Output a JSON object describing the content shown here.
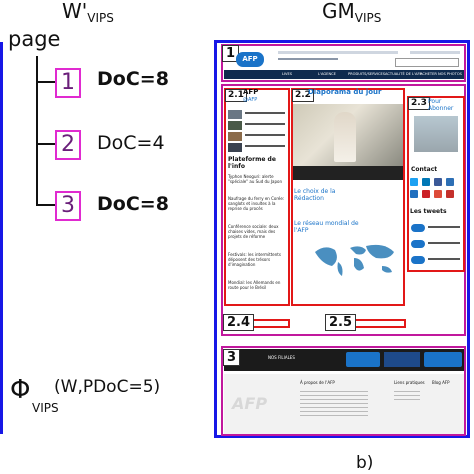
{
  "header": {
    "left": {
      "main": "W'",
      "sub": "VIPS"
    },
    "right": {
      "main": "GM",
      "sub": "VIPS"
    }
  },
  "tree": {
    "root": "page",
    "children": [
      {
        "number": "1",
        "doc": "DoC=8",
        "bold": true
      },
      {
        "number": "2",
        "doc": "DoC=4",
        "bold": false
      },
      {
        "number": "3",
        "doc": "DoC=8",
        "bold": true
      }
    ]
  },
  "formula": {
    "phi": "Φ",
    "args": "(W,PDoC=5)",
    "sub": "VIPS"
  },
  "caption": "b)",
  "webpage": {
    "blocks": {
      "b1": "1",
      "b21": "2.1",
      "b22": "2.2",
      "b23": "2.3",
      "b24": "2.4",
      "b25": "2.5",
      "b3": "3"
    },
    "logo": "AFP",
    "nav": [
      "LIVES",
      "L'AGENCE",
      "PRODUITS/SERVICES",
      "ACTUALITÉ DE L'AFP",
      "ACHETER NOS PHOTOS"
    ],
    "col21": {
      "title": "AFP",
      "subtitle": "@AFP",
      "platform_title": "Plateforme de l'info",
      "items": [
        "Typhon Neoguri: alerte \"spéciale\" au Sud du Japon",
        "Naufrage du ferry en Corée: sanglots et insultes à la reprise du procès",
        "Conférence sociale: deux chaises vides, mais des projets de réforme",
        "Festivals: les intermittents déposent des trésors d'imagination",
        "Mondial: les Allemands en route pour le Brésil"
      ]
    },
    "col22": {
      "title": "Diaporama du jour",
      "choice_title": "Le choix de la Rédaction",
      "network_title": "Le réseau mondial de l'AFP"
    },
    "col23": {
      "title": "Pour Abonner",
      "contact": "Contact",
      "tweets": "Les tweets"
    },
    "footer": {
      "left_label": "NOS FILIALES",
      "a_propos": "À propos de l'AFP",
      "liens": "Liens pratiques",
      "blog": "Blog AFP",
      "brand": "AFP"
    }
  }
}
